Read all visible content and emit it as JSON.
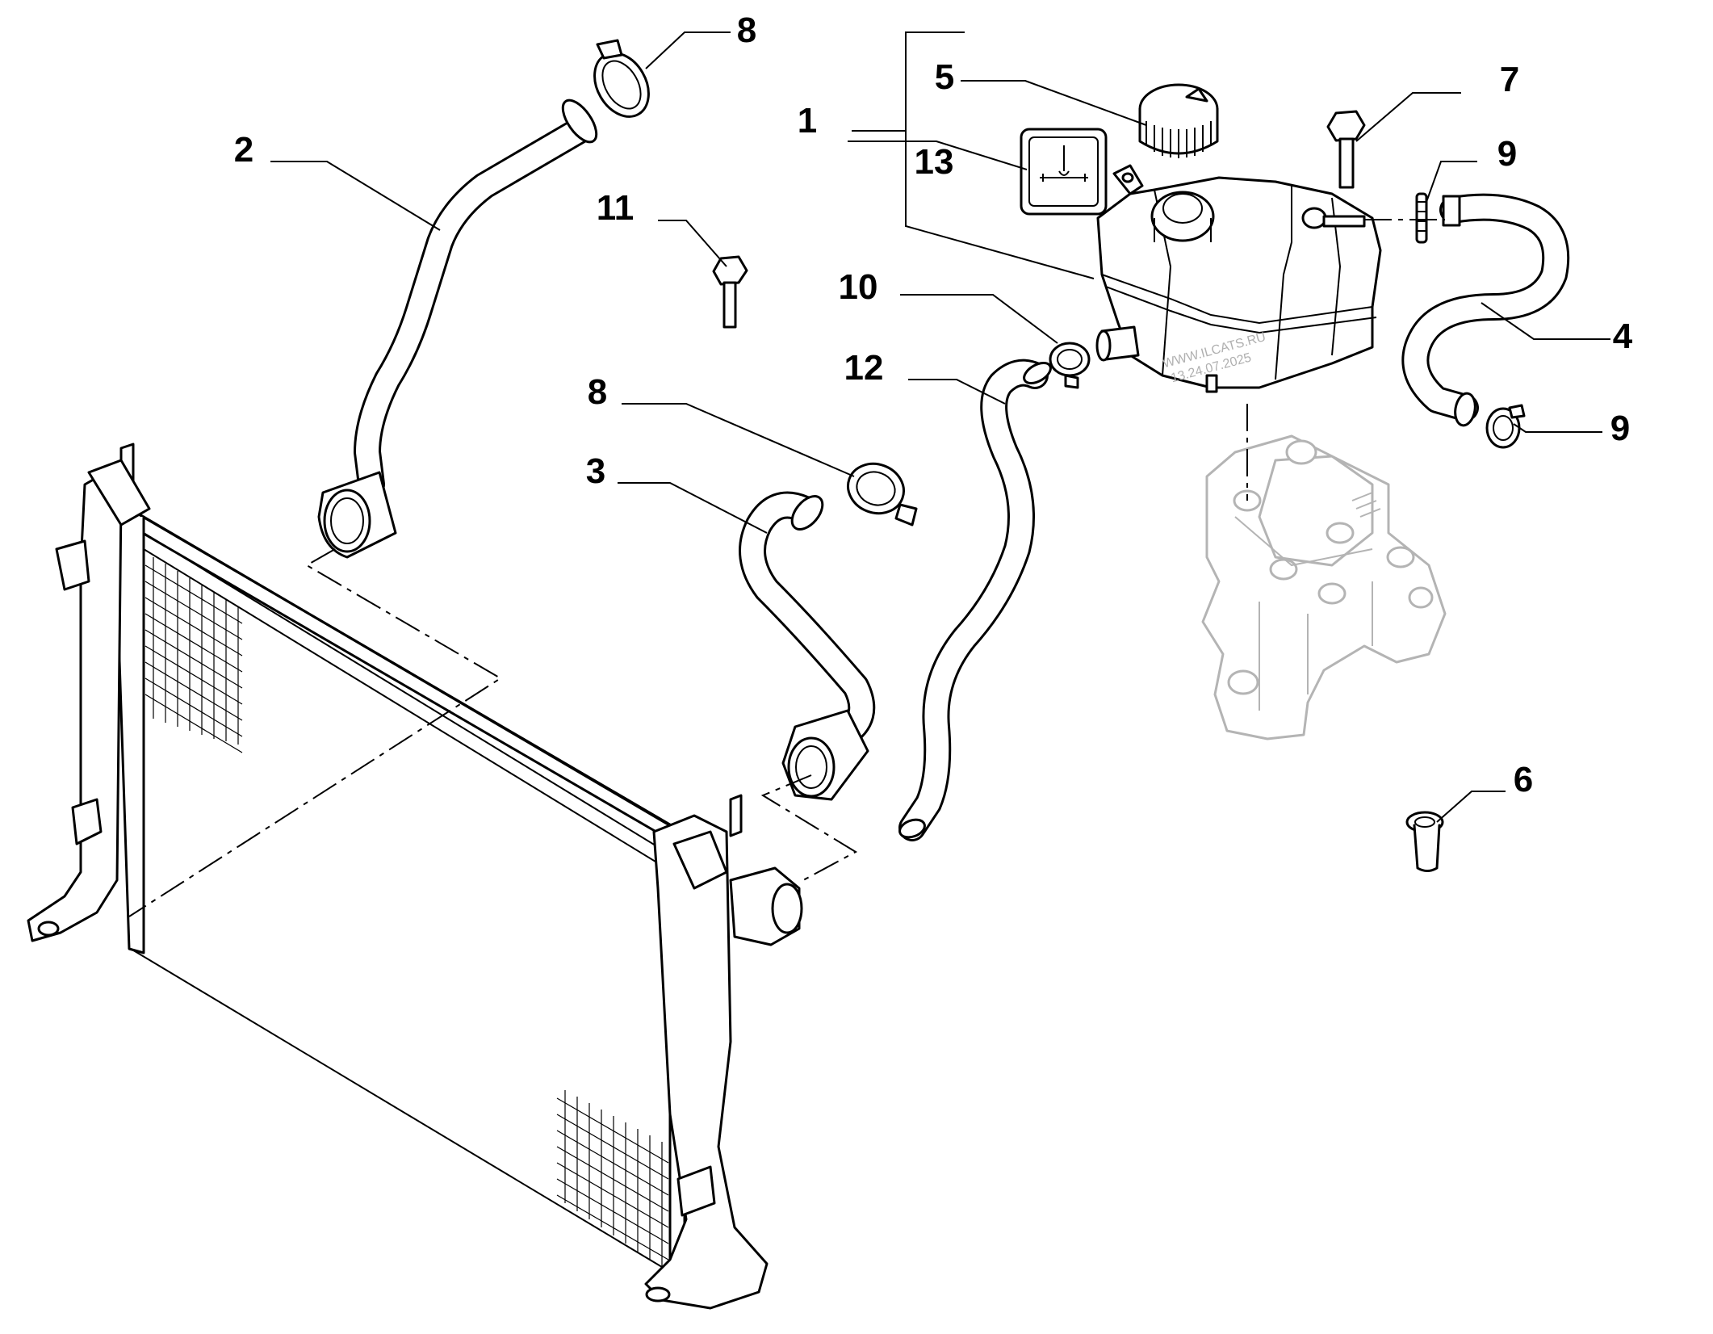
{
  "callouts": [
    {
      "number": "1"
    },
    {
      "number": "2"
    },
    {
      "number": "3"
    },
    {
      "number": "4"
    },
    {
      "number": "5"
    },
    {
      "number": "6"
    },
    {
      "number": "7"
    },
    {
      "number": "8"
    },
    {
      "number": "8"
    },
    {
      "number": "9"
    },
    {
      "number": "9"
    },
    {
      "number": "10"
    },
    {
      "number": "11"
    },
    {
      "number": "12"
    },
    {
      "number": "13"
    }
  ],
  "watermark": {
    "line1": "WWW.ILCATS.RU",
    "line2": "13.24.07.2025"
  },
  "colors": {
    "line": "#000000",
    "background_part": "#b4b4b4",
    "watermark": "#b0b0b0"
  }
}
